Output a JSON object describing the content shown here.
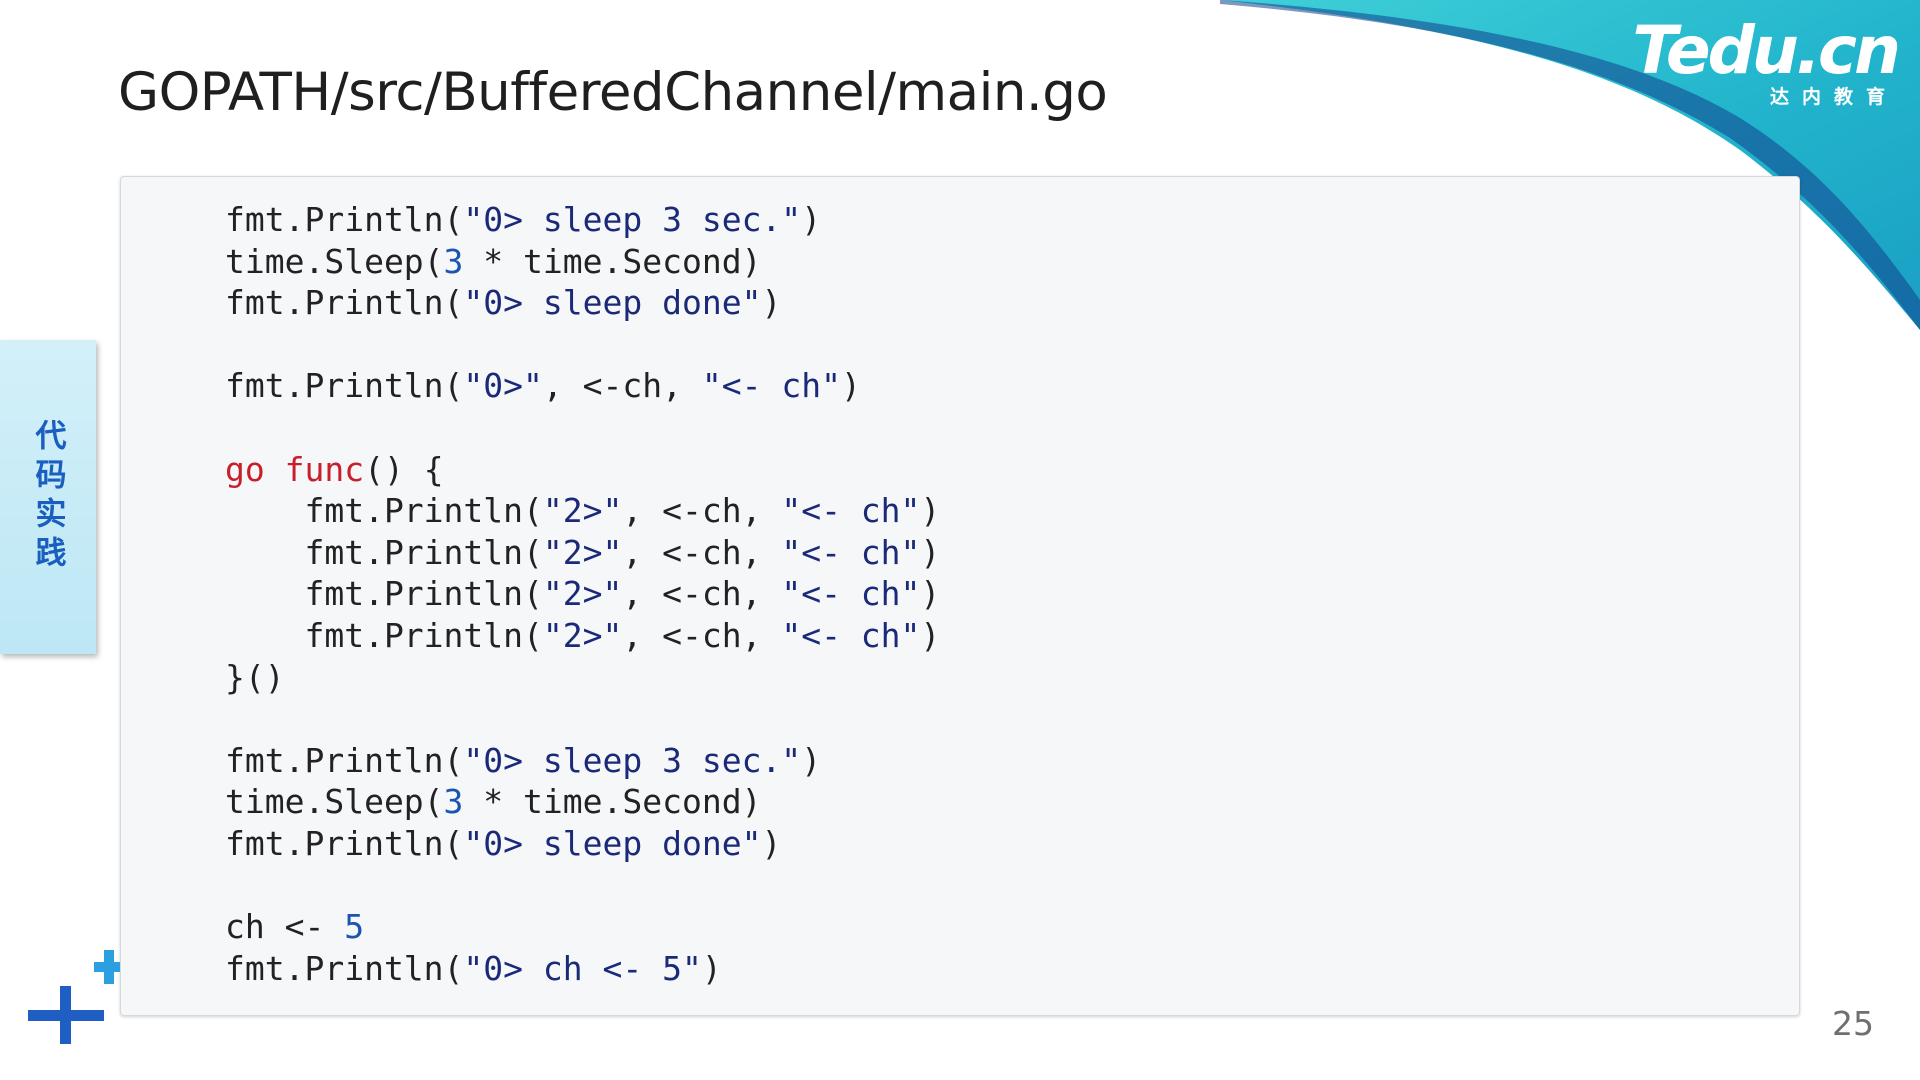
{
  "brand": {
    "wordmark": "Tedu.cn",
    "subtitle": "达内教育",
    "colors": {
      "teal": "#2ec3d0",
      "navy": "#12418c",
      "blue": "#1a5fc0"
    }
  },
  "slide": {
    "title": "GOPATH/src/BufferedChannel/main.go",
    "side_tab_label": "代码实践",
    "page_number": "25"
  },
  "code_lines": [
    [
      {
        "t": "fmt.Println(",
        "c": "plain"
      },
      {
        "t": "\"0> sleep 3 sec.\"",
        "c": "str"
      },
      {
        "t": ")",
        "c": "plain"
      }
    ],
    [
      {
        "t": "time.Sleep(",
        "c": "plain"
      },
      {
        "t": "3",
        "c": "num"
      },
      {
        "t": " * time.Second)",
        "c": "plain"
      }
    ],
    [
      {
        "t": "fmt.Println(",
        "c": "plain"
      },
      {
        "t": "\"0> sleep done\"",
        "c": "str"
      },
      {
        "t": ")",
        "c": "plain"
      }
    ],
    [],
    [
      {
        "t": "fmt.Println(",
        "c": "plain"
      },
      {
        "t": "\"0>\"",
        "c": "str"
      },
      {
        "t": ", <-ch, ",
        "c": "plain"
      },
      {
        "t": "\"<- ch\"",
        "c": "str"
      },
      {
        "t": ")",
        "c": "plain"
      }
    ],
    [],
    [
      {
        "t": "go",
        "c": "kw"
      },
      {
        "t": " ",
        "c": "plain"
      },
      {
        "t": "func",
        "c": "kw"
      },
      {
        "t": "() {",
        "c": "plain"
      }
    ],
    [
      {
        "t": "    fmt.Println(",
        "c": "plain"
      },
      {
        "t": "\"2>\"",
        "c": "str"
      },
      {
        "t": ", <-ch, ",
        "c": "plain"
      },
      {
        "t": "\"<- ch\"",
        "c": "str"
      },
      {
        "t": ")",
        "c": "plain"
      }
    ],
    [
      {
        "t": "    fmt.Println(",
        "c": "plain"
      },
      {
        "t": "\"2>\"",
        "c": "str"
      },
      {
        "t": ", <-ch, ",
        "c": "plain"
      },
      {
        "t": "\"<- ch\"",
        "c": "str"
      },
      {
        "t": ")",
        "c": "plain"
      }
    ],
    [
      {
        "t": "    fmt.Println(",
        "c": "plain"
      },
      {
        "t": "\"2>\"",
        "c": "str"
      },
      {
        "t": ", <-ch, ",
        "c": "plain"
      },
      {
        "t": "\"<- ch\"",
        "c": "str"
      },
      {
        "t": ")",
        "c": "plain"
      }
    ],
    [
      {
        "t": "    fmt.Println(",
        "c": "plain"
      },
      {
        "t": "\"2>\"",
        "c": "str"
      },
      {
        "t": ", <-ch, ",
        "c": "plain"
      },
      {
        "t": "\"<- ch\"",
        "c": "str"
      },
      {
        "t": ")",
        "c": "plain"
      }
    ],
    [
      {
        "t": "}()",
        "c": "plain"
      }
    ],
    [],
    [
      {
        "t": "fmt.Println(",
        "c": "plain"
      },
      {
        "t": "\"0> sleep 3 sec.\"",
        "c": "str"
      },
      {
        "t": ")",
        "c": "plain"
      }
    ],
    [
      {
        "t": "time.Sleep(",
        "c": "plain"
      },
      {
        "t": "3",
        "c": "num"
      },
      {
        "t": " * time.Second)",
        "c": "plain"
      }
    ],
    [
      {
        "t": "fmt.Println(",
        "c": "plain"
      },
      {
        "t": "\"0> sleep done\"",
        "c": "str"
      },
      {
        "t": ")",
        "c": "plain"
      }
    ],
    [],
    [
      {
        "t": "ch <- ",
        "c": "plain"
      },
      {
        "t": "5",
        "c": "num"
      }
    ],
    [
      {
        "t": "fmt.Println(",
        "c": "plain"
      },
      {
        "t": "\"0> ch <- 5\"",
        "c": "str"
      },
      {
        "t": ")",
        "c": "plain"
      }
    ]
  ],
  "icons": {
    "brand_swoosh": "teal-swoosh-decoration",
    "corner_plus": "plus-icon"
  }
}
